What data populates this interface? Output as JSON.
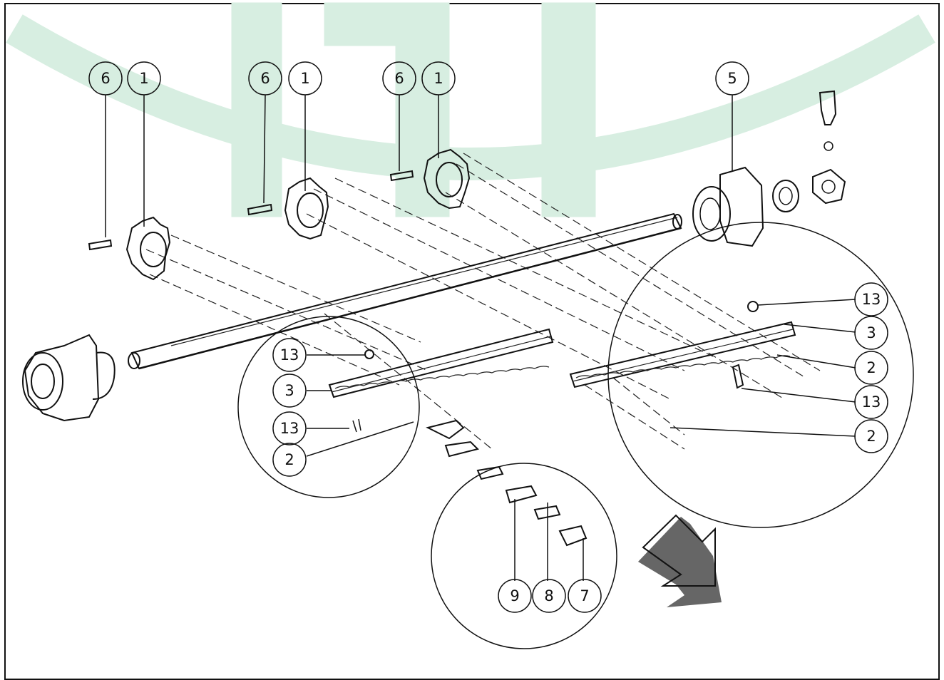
{
  "diagram": {
    "watermark_color": "#d7eee1",
    "arrow_fill": "#d9eab8",
    "arrow_shadow": "#666666",
    "callouts": [
      {
        "id": "c-6a",
        "label": "6"
      },
      {
        "id": "c-1a",
        "label": "1"
      },
      {
        "id": "c-6b",
        "label": "6"
      },
      {
        "id": "c-1b",
        "label": "1"
      },
      {
        "id": "c-6c",
        "label": "6"
      },
      {
        "id": "c-1c",
        "label": "1"
      },
      {
        "id": "c-5",
        "label": "5"
      },
      {
        "id": "c-13a",
        "label": "13"
      },
      {
        "id": "c-3a",
        "label": "3"
      },
      {
        "id": "c-13b",
        "label": "13"
      },
      {
        "id": "c-2a",
        "label": "2"
      },
      {
        "id": "c-13c",
        "label": "13"
      },
      {
        "id": "c-3b",
        "label": "3"
      },
      {
        "id": "c-2b",
        "label": "2"
      },
      {
        "id": "c-13d",
        "label": "13"
      },
      {
        "id": "c-2c",
        "label": "2"
      },
      {
        "id": "c-9",
        "label": "9"
      },
      {
        "id": "c-8",
        "label": "8"
      },
      {
        "id": "c-7",
        "label": "7"
      }
    ]
  }
}
